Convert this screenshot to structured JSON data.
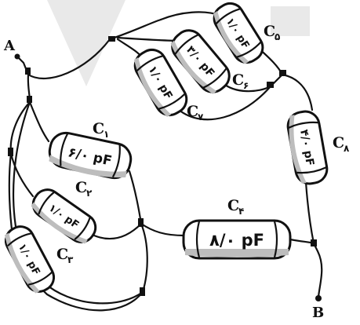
{
  "nodes": {
    "a_label": "A",
    "b_label": "B"
  },
  "capacitors": [
    {
      "id": "c1",
      "label": "C",
      "sub": "۱",
      "value": "۶/۰ pF"
    },
    {
      "id": "c2",
      "label": "C",
      "sub": "۲",
      "value": "۱/۰ pF"
    },
    {
      "id": "c3",
      "label": "C",
      "sub": "۳",
      "value": "۱/۰ pF"
    },
    {
      "id": "c4",
      "label": "C",
      "sub": "۴",
      "value": "۸/۰ pF"
    },
    {
      "id": "c5",
      "label": "C",
      "sub": "۵",
      "value": "۱/۰ pF"
    },
    {
      "id": "c6",
      "label": "C",
      "sub": "۶",
      "value": "۳/۰ pF"
    },
    {
      "id": "c7",
      "label": "C",
      "sub": "۷",
      "value": "۱/۰ pF"
    },
    {
      "id": "c8",
      "label": "C",
      "sub": "۸",
      "value": "۴/۰ pF"
    }
  ]
}
